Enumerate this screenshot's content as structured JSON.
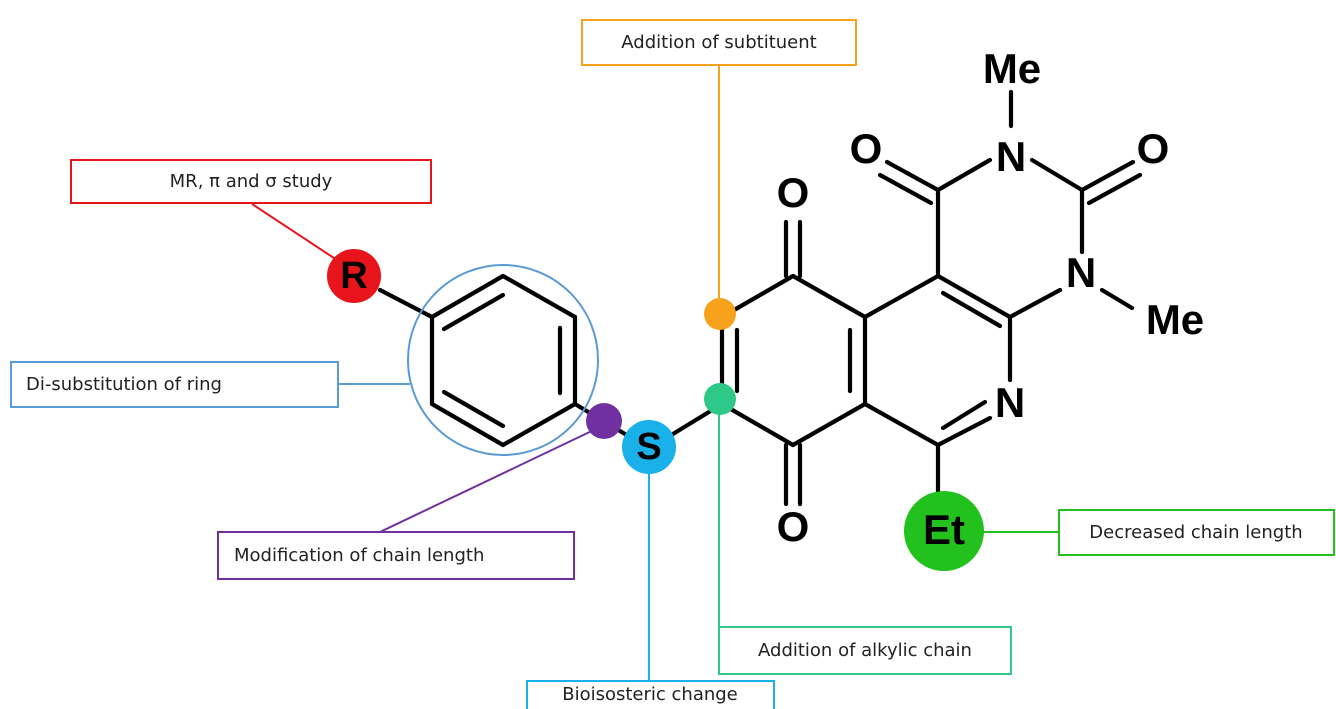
{
  "colors": {
    "red": "#e8141b",
    "orange": "#f7a21b",
    "blue_ring": "#5b9bd5",
    "purple": "#7030a0",
    "sky": "#1ab0ea",
    "teal": "#2ec988",
    "green": "#23c11e",
    "bond": "#000000"
  },
  "atoms": {
    "me_top": "Me",
    "n_top": "N",
    "o_left": "O",
    "o_right": "O",
    "o_quinone_top": "O",
    "n_right": "N",
    "me_right": "Me",
    "n_pyridine": "N",
    "o_quinone_bottom": "O",
    "r_group": "R",
    "sulfur": "S",
    "ethyl": "Et"
  },
  "annotations": {
    "mr_study": "MR, π and σ study",
    "di_substitution": "Di-substitution of ring",
    "chain_modification": "Modification of chain length",
    "bioisosteric": "Bioisosteric change",
    "addition_substituent": "Addition of subtituent",
    "addition_alkylic": "Addition of alkylic chain",
    "decreased_chain": "Decreased chain length"
  }
}
